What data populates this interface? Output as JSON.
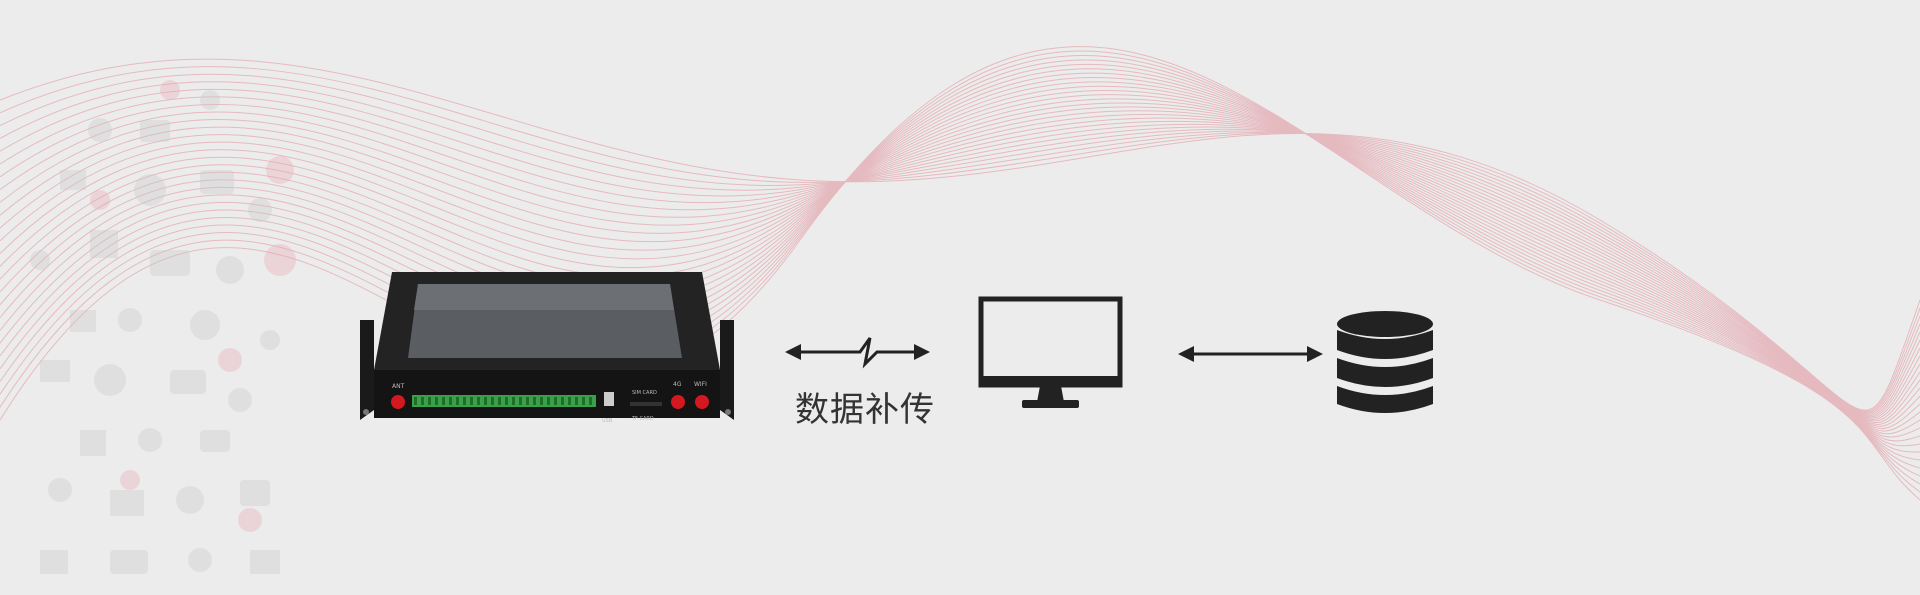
{
  "diagram": {
    "nodes": [
      {
        "id": "terminal",
        "icon": "industrial-terminal-device"
      },
      {
        "id": "computer",
        "icon": "monitor-icon"
      },
      {
        "id": "database",
        "icon": "database-icon"
      }
    ],
    "links": [
      {
        "from": "terminal",
        "to": "computer",
        "style": "wireless-double-arrow",
        "label": "数据补传"
      },
      {
        "from": "computer",
        "to": "database",
        "style": "double-arrow",
        "label": ""
      }
    ]
  },
  "device": {
    "antenna_label": "ANT",
    "sim_label": "SIM CARD",
    "tf_label": "TF CARD",
    "usb_label": "USB",
    "g4_label": "4G",
    "wifi_label": "WIFI"
  },
  "colors": {
    "background": "#ececec",
    "wave": "#e3a5ad",
    "icon_dark": "#222222",
    "terminal_green": "#3aa14a",
    "antenna_red": "#d41820"
  }
}
